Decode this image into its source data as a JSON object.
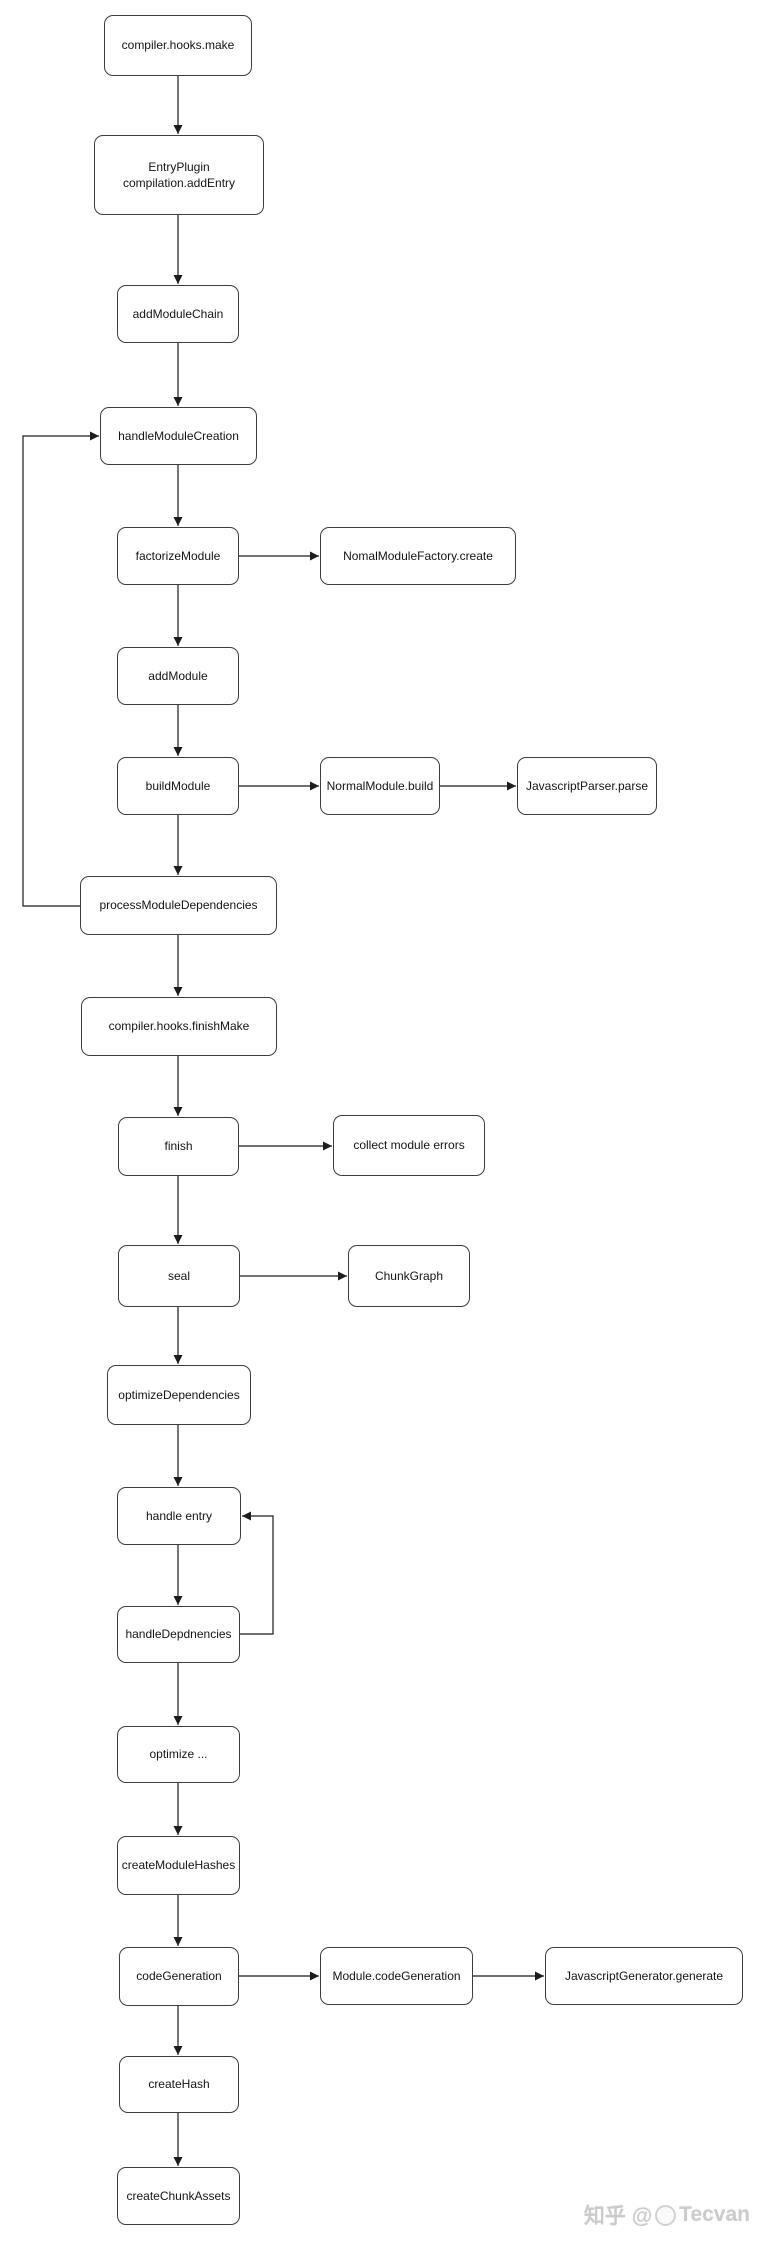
{
  "diagram": {
    "type": "flowchart",
    "node_fill": "#ffffff",
    "node_border_color": "#3d3d3d",
    "arrow_color": "#1c1c1c",
    "nodes": [
      {
        "id": "make",
        "label": "compiler.hooks.make"
      },
      {
        "id": "entry-plugin",
        "label": "EntryPlugin\ncompilation.addEntry"
      },
      {
        "id": "add-module-chain",
        "label": "addModuleChain"
      },
      {
        "id": "handle-module-creation",
        "label": "handleModuleCreation"
      },
      {
        "id": "factorize-module",
        "label": "factorizeModule"
      },
      {
        "id": "nomal-module-factory-create",
        "label": "NomalModuleFactory.create"
      },
      {
        "id": "add-module",
        "label": "addModule"
      },
      {
        "id": "build-module",
        "label": "buildModule"
      },
      {
        "id": "normal-module-build",
        "label": "NormalModule.build"
      },
      {
        "id": "javascript-parser-parse",
        "label": "JavascriptParser.parse"
      },
      {
        "id": "process-module-dependencies",
        "label": "processModuleDependencies"
      },
      {
        "id": "finish-make",
        "label": "compiler.hooks.finishMake"
      },
      {
        "id": "finish",
        "label": "finish"
      },
      {
        "id": "collect-module-errors",
        "label": "collect module errors"
      },
      {
        "id": "seal",
        "label": "seal"
      },
      {
        "id": "chunk-graph",
        "label": "ChunkGraph"
      },
      {
        "id": "optimize-dependencies",
        "label": "optimizeDependencies"
      },
      {
        "id": "handle-entry",
        "label": "handle entry"
      },
      {
        "id": "handle-depdnencies",
        "label": "handleDepdnencies"
      },
      {
        "id": "optimize-more",
        "label": "optimize ..."
      },
      {
        "id": "create-module-hashes",
        "label": "createModuleHashes"
      },
      {
        "id": "code-generation",
        "label": "codeGeneration"
      },
      {
        "id": "module-code-generation",
        "label": "Module.codeGeneration"
      },
      {
        "id": "javascript-generator-generate",
        "label": "JavascriptGenerator.generate"
      },
      {
        "id": "create-hash",
        "label": "createHash"
      },
      {
        "id": "create-chunk-assets",
        "label": "createChunkAssets"
      }
    ],
    "edges": [
      {
        "from": "make",
        "to": "entry-plugin"
      },
      {
        "from": "entry-plugin",
        "to": "add-module-chain"
      },
      {
        "from": "add-module-chain",
        "to": "handle-module-creation"
      },
      {
        "from": "handle-module-creation",
        "to": "factorize-module"
      },
      {
        "from": "factorize-module",
        "to": "nomal-module-factory-create"
      },
      {
        "from": "factorize-module",
        "to": "add-module"
      },
      {
        "from": "add-module",
        "to": "build-module"
      },
      {
        "from": "build-module",
        "to": "normal-module-build"
      },
      {
        "from": "normal-module-build",
        "to": "javascript-parser-parse"
      },
      {
        "from": "build-module",
        "to": "process-module-dependencies"
      },
      {
        "from": "process-module-dependencies",
        "to": "handle-module-creation",
        "loop": true
      },
      {
        "from": "process-module-dependencies",
        "to": "finish-make"
      },
      {
        "from": "finish-make",
        "to": "finish"
      },
      {
        "from": "finish",
        "to": "collect-module-errors"
      },
      {
        "from": "finish",
        "to": "seal"
      },
      {
        "from": "seal",
        "to": "chunk-graph"
      },
      {
        "from": "seal",
        "to": "optimize-dependencies"
      },
      {
        "from": "optimize-dependencies",
        "to": "handle-entry"
      },
      {
        "from": "handle-entry",
        "to": "handle-depdnencies"
      },
      {
        "from": "handle-depdnencies",
        "to": "handle-entry",
        "loop": true
      },
      {
        "from": "handle-depdnencies",
        "to": "optimize-more"
      },
      {
        "from": "optimize-more",
        "to": "create-module-hashes"
      },
      {
        "from": "create-module-hashes",
        "to": "code-generation"
      },
      {
        "from": "code-generation",
        "to": "module-code-generation"
      },
      {
        "from": "module-code-generation",
        "to": "javascript-generator-generate"
      },
      {
        "from": "code-generation",
        "to": "create-hash"
      },
      {
        "from": "create-hash",
        "to": "create-chunk-assets"
      }
    ]
  },
  "watermark": {
    "prefix": "知乎 @",
    "username": "Tecvan",
    "color": "#cbcbcb"
  }
}
